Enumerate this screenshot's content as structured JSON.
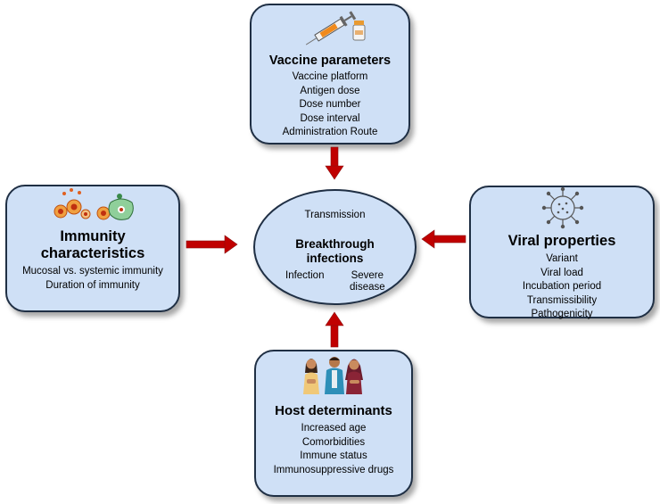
{
  "vaccine": {
    "title": "Vaccine parameters",
    "items": [
      "Vaccine platform",
      "Antigen dose",
      "Dose number",
      "Dose interval",
      "Administration Route"
    ]
  },
  "immunity": {
    "title_line1": "Immunity",
    "title_line2": "characteristics",
    "items": [
      "Mucosal vs. systemic immunity",
      "Duration of immunity"
    ]
  },
  "viral": {
    "title": "Viral properties",
    "items": [
      "Variant",
      "Viral load",
      "Incubation period",
      "Transmissibility",
      "Pathogenicity"
    ]
  },
  "host": {
    "title": "Host determinants",
    "items": [
      "Increased age",
      "Comorbidities",
      "Immune status",
      "Immunosuppressive drugs"
    ]
  },
  "center": {
    "transmission": "Transmission",
    "title_line1": "Breakthrough",
    "title_line2": "infections",
    "infection": "Infection",
    "severe_line1": "Severe",
    "severe_line2": "disease"
  },
  "colors": {
    "box_fill": "#cfe0f6",
    "border": "#1f2f44",
    "arrow": "#c00000"
  },
  "icons": [
    "syringe-vial-icon",
    "immune-cells-icon",
    "virus-icon",
    "people-icon"
  ]
}
